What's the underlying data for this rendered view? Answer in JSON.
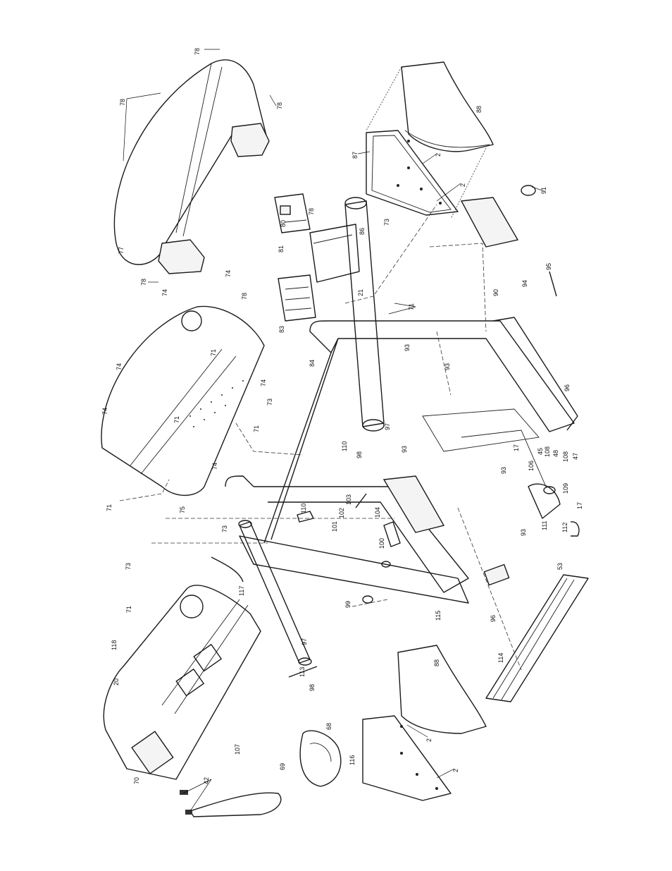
{
  "labels": [
    {
      "id": "l78a",
      "text": "78"
    },
    {
      "id": "l78b",
      "text": "78"
    },
    {
      "id": "l78c",
      "text": "78"
    },
    {
      "id": "l78d",
      "text": "78"
    },
    {
      "id": "l78e",
      "text": "78"
    },
    {
      "id": "l78f",
      "text": "78"
    },
    {
      "id": "l88a",
      "text": "88"
    },
    {
      "id": "l88b",
      "text": "88"
    },
    {
      "id": "l87",
      "text": "87"
    },
    {
      "id": "l2a",
      "text": "2"
    },
    {
      "id": "l2b",
      "text": "2"
    },
    {
      "id": "l2c",
      "text": "2"
    },
    {
      "id": "l2d",
      "text": "2"
    },
    {
      "id": "l77",
      "text": "77"
    },
    {
      "id": "l80",
      "text": "80"
    },
    {
      "id": "l81",
      "text": "81"
    },
    {
      "id": "l86",
      "text": "86"
    },
    {
      "id": "l21",
      "text": "21"
    },
    {
      "id": "l83",
      "text": "83"
    },
    {
      "id": "l74a",
      "text": "74"
    },
    {
      "id": "l74b",
      "text": "74"
    },
    {
      "id": "l74c",
      "text": "74"
    },
    {
      "id": "l74d",
      "text": "74"
    },
    {
      "id": "l74e",
      "text": "74"
    },
    {
      "id": "l74f",
      "text": "74"
    },
    {
      "id": "l71a",
      "text": "71"
    },
    {
      "id": "l71b",
      "text": "71"
    },
    {
      "id": "l71c",
      "text": "71"
    },
    {
      "id": "l71d",
      "text": "71"
    },
    {
      "id": "l71e",
      "text": "71"
    },
    {
      "id": "l71f",
      "text": "71"
    },
    {
      "id": "l73a",
      "text": "73"
    },
    {
      "id": "l73b",
      "text": "73"
    },
    {
      "id": "l73c",
      "text": "73"
    },
    {
      "id": "l73d",
      "text": "73"
    },
    {
      "id": "l75",
      "text": "75"
    },
    {
      "id": "l84",
      "text": "84"
    },
    {
      "id": "l90",
      "text": "90"
    },
    {
      "id": "l94",
      "text": "94"
    },
    {
      "id": "l95",
      "text": "95"
    },
    {
      "id": "l91",
      "text": "91"
    },
    {
      "id": "l93a",
      "text": "93"
    },
    {
      "id": "l93b",
      "text": "93"
    },
    {
      "id": "l93c",
      "text": "93"
    },
    {
      "id": "l93d",
      "text": "93"
    },
    {
      "id": "l93e",
      "text": "93"
    },
    {
      "id": "l96a",
      "text": "96"
    },
    {
      "id": "l96b",
      "text": "96"
    },
    {
      "id": "l97a",
      "text": "97"
    },
    {
      "id": "l97b",
      "text": "97"
    },
    {
      "id": "l98a",
      "text": "98"
    },
    {
      "id": "l98b",
      "text": "98"
    },
    {
      "id": "l110a",
      "text": "110"
    },
    {
      "id": "l110b",
      "text": "110"
    },
    {
      "id": "l17a",
      "text": "17"
    },
    {
      "id": "l17b",
      "text": "17"
    },
    {
      "id": "l45",
      "text": "45"
    },
    {
      "id": "l108a",
      "text": "108"
    },
    {
      "id": "l48",
      "text": "48"
    },
    {
      "id": "l108b",
      "text": "108"
    },
    {
      "id": "l47",
      "text": "47"
    },
    {
      "id": "l106",
      "text": "106"
    },
    {
      "id": "l109",
      "text": "109"
    },
    {
      "id": "l111",
      "text": "111"
    },
    {
      "id": "l112",
      "text": "112"
    },
    {
      "id": "l53",
      "text": "53"
    },
    {
      "id": "l101",
      "text": "101"
    },
    {
      "id": "l102",
      "text": "102"
    },
    {
      "id": "l103",
      "text": "103"
    },
    {
      "id": "l104",
      "text": "104"
    },
    {
      "id": "l100",
      "text": "100"
    },
    {
      "id": "l99",
      "text": "99"
    },
    {
      "id": "l115",
      "text": "115"
    },
    {
      "id": "l117",
      "text": "117"
    },
    {
      "id": "l118",
      "text": "118"
    },
    {
      "id": "l20",
      "text": "20"
    },
    {
      "id": "l113",
      "text": "113"
    },
    {
      "id": "l114",
      "text": "114"
    },
    {
      "id": "l107",
      "text": "107"
    },
    {
      "id": "l70",
      "text": "70"
    },
    {
      "id": "l42",
      "text": "42"
    },
    {
      "id": "l69",
      "text": "69"
    },
    {
      "id": "l68",
      "text": "68"
    },
    {
      "id": "l116",
      "text": "116"
    }
  ]
}
